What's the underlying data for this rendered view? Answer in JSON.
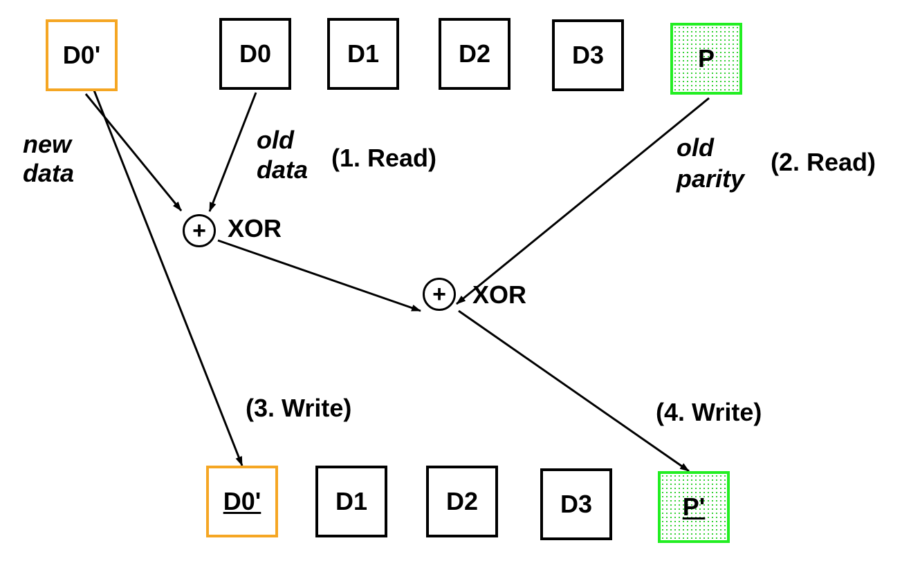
{
  "colors": {
    "new_data": "#f5a623",
    "parity": "#22ee22",
    "stroke": "#000000"
  },
  "top_row": {
    "new_block": "D0'",
    "blocks": [
      "D0",
      "D1",
      "D2",
      "D3"
    ],
    "parity": "P"
  },
  "bottom_row": {
    "new_block": "D0'",
    "blocks": [
      "D1",
      "D2",
      "D3"
    ],
    "parity": "P'"
  },
  "labels": {
    "new_data": [
      "new",
      "data"
    ],
    "old_data": [
      "old",
      "data"
    ],
    "old_parity": [
      "old",
      "parity"
    ],
    "step1": "(1. Read)",
    "step2": "(2. Read)",
    "step3": "(3. Write)",
    "step4": "(4. Write)",
    "xor1_symbol": "+",
    "xor1_label": "XOR",
    "xor2_symbol": "+",
    "xor2_label": "XOR"
  }
}
